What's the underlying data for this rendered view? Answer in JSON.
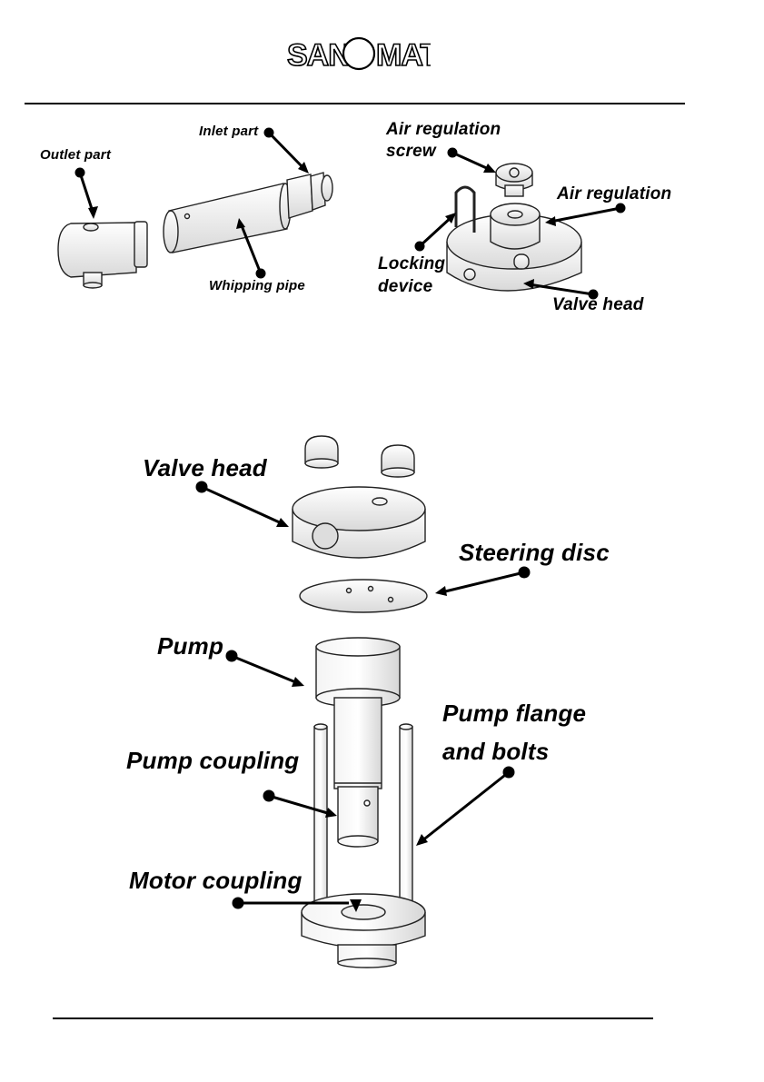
{
  "header": {
    "logo": {
      "text": "SANOMAT",
      "icon": "sanomat-logo"
    }
  },
  "figure_top_left": {
    "labels": {
      "outlet_part": "Outlet part",
      "inlet_part": "Inlet part",
      "whipping_pipe": "Whipping pipe"
    }
  },
  "figure_top_right": {
    "labels": {
      "air_regulation_screw_line1": "Air regulation",
      "air_regulation_screw_line2": "screw",
      "air_regulation": "Air regulation",
      "locking_device_line1": "Locking",
      "locking_device_line2": "device",
      "valve_head": "Valve head"
    }
  },
  "figure_bottom": {
    "labels": {
      "valve_head": "Valve head",
      "steering_disc": "Steering disc",
      "pump": "Pump",
      "pump_flange_line1": "Pump flange",
      "pump_flange_line2": "and bolts",
      "pump_coupling": "Pump coupling",
      "motor_coupling": "Motor coupling"
    }
  }
}
